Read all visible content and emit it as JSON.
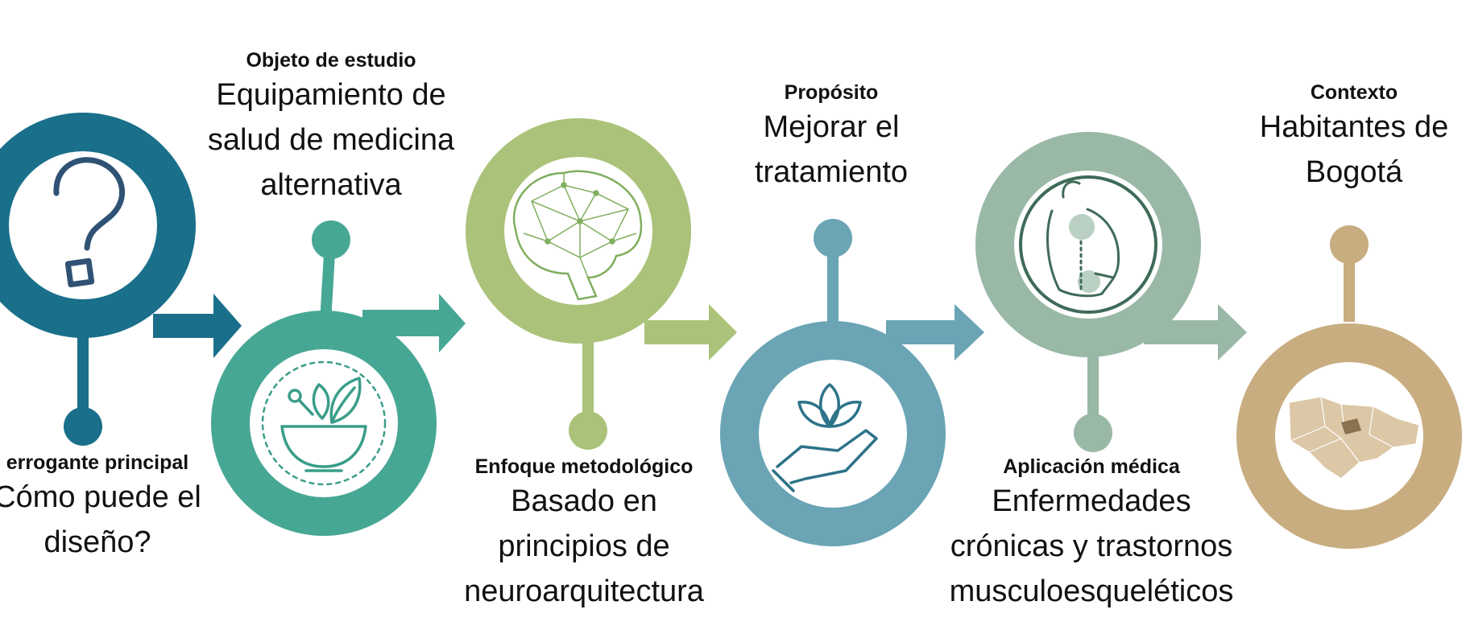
{
  "steps": [
    {
      "title": "errogante principal",
      "line1": "Cómo puede el",
      "line2": "diseño?",
      "line3": "",
      "color": "#1a6f8a",
      "icon": "question-mark-icon"
    },
    {
      "title": "Objeto de estudio",
      "line1": "Equipamiento de",
      "line2": "salud de medicina",
      "line3": "alternativa",
      "color": "#47a795",
      "icon": "herbal-mortar-icon"
    },
    {
      "title": "Enfoque metodológico",
      "line1": "Basado en",
      "line2": "principios de",
      "line3": "neuroarquitectura",
      "color": "#abc27a",
      "icon": "brain-network-icon"
    },
    {
      "title": "Propósito",
      "line1": "Mejorar el",
      "line2": "tratamiento",
      "line3": "",
      "color": "#6aa4b5",
      "icon": "lotus-hand-icon"
    },
    {
      "title": "Aplicación médica",
      "line1": "Enfermedades",
      "line2": "crónicas y trastornos",
      "line3": "musculoesqueléticos",
      "color": "#9ab8a6",
      "icon": "back-pain-icon"
    },
    {
      "title": "Contexto",
      "line1": "Habitantes de",
      "line2": "Bogotá",
      "line3": "",
      "color": "#c8ad80",
      "icon": "bogota-map-icon"
    }
  ]
}
